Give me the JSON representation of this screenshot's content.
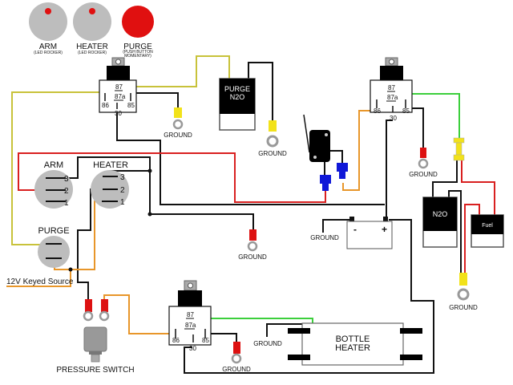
{
  "diagram": {
    "title": "Nitrous purge / bottle heater wiring",
    "colors": {
      "wire_black": "#111111",
      "wire_red": "#d92020",
      "wire_yellow": "#c8c23a",
      "wire_orange": "#e8962a",
      "wire_green": "#3ccf3c",
      "terminal_red": "#dd1111",
      "terminal_yellow": "#f2e21a",
      "terminal_blue": "#1018d8",
      "switch_grey": "#bdbdbd",
      "led_red": "#e01010"
    },
    "panel_buttons": [
      {
        "name": "ARM",
        "sub": "(LED ROCKER)",
        "type": "led-rocker"
      },
      {
        "name": "HEATER",
        "sub": "(LED ROCKER)",
        "type": "led-rocker"
      },
      {
        "name": "PURGE",
        "sub": "(PUSH BUTTON MOMENTARY)",
        "sub1": "(PUSH BUTTON",
        "sub2": "MOMENTARY)",
        "type": "push-button"
      }
    ],
    "relay_pins": {
      "p87": "87",
      "p87a": "87a",
      "p86": "86",
      "p85": "85",
      "p30": "30"
    },
    "components": {
      "purge_solenoid": {
        "line1": "PURGE",
        "line2": "N2O"
      },
      "n2o_solenoid": "N2O",
      "fuel_solenoid": "Fuel",
      "bottle_heater": {
        "line1": "BOTTLE",
        "line2": "HEATER"
      },
      "battery": {
        "neg": "-",
        "pos": "+"
      },
      "pressure_switch": "PRESSURE SWITCH"
    },
    "switches": {
      "arm": {
        "label": "ARM",
        "pins": [
          "3",
          "2",
          "1"
        ]
      },
      "heater": {
        "label": "HEATER",
        "pins": [
          "3",
          "2",
          "1"
        ]
      },
      "purge": {
        "label": "PURGE"
      }
    },
    "labels": {
      "ground": "GROUND",
      "source": "12V Keyed Source"
    }
  }
}
